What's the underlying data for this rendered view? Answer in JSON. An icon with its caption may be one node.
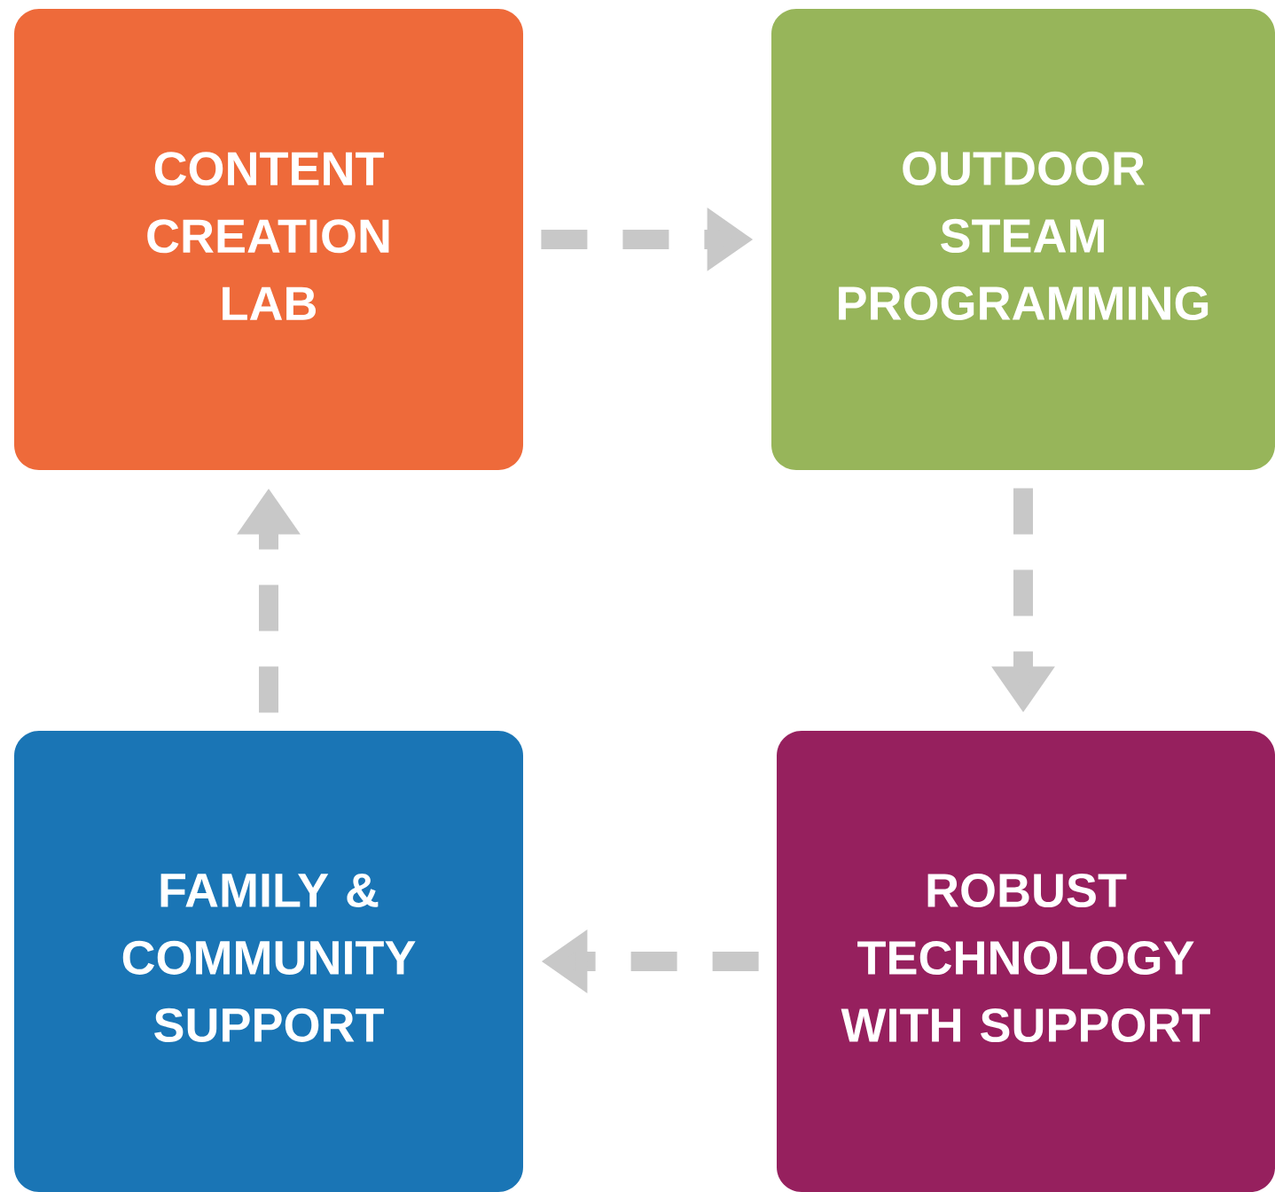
{
  "diagram": {
    "nodes": [
      {
        "text": [
          "CONTENT CREATION LAB"
        ]
      },
      {
        "text": [
          "OUTDOOR STEAM PROGRAMMING"
        ]
      },
      {
        "text": [
          "FAMILY & COMMUNITY SUPPORT"
        ]
      },
      {
        "text": [
          "ROBUST TECHNOLOGY WITH SUPPORT"
        ]
      }
    ],
    "edges": [
      {
        "from": 0,
        "to": 1,
        "arrow": "to",
        "style": "dashed"
      },
      {
        "from": 1,
        "to": 3,
        "arrow": "to",
        "style": "dashed"
      },
      {
        "from": 3,
        "to": 2,
        "arrow": "to",
        "style": "dashed"
      },
      {
        "from": 2,
        "to": 0,
        "arrow": "to",
        "style": "dashed"
      }
    ]
  }
}
